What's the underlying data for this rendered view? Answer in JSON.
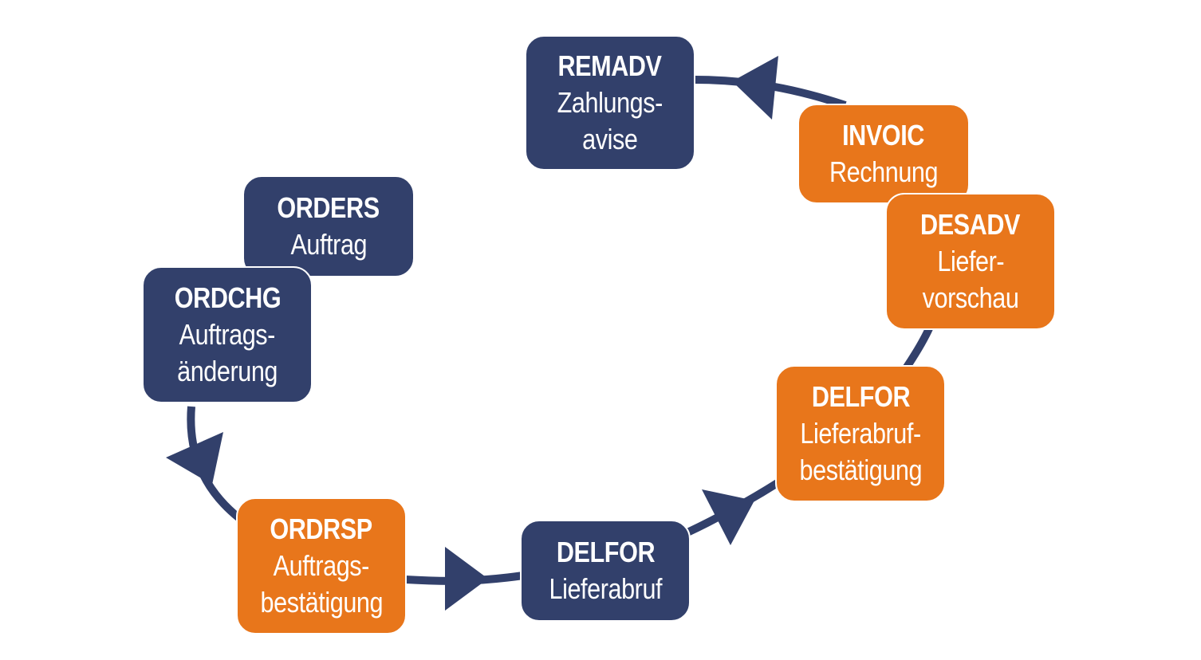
{
  "colors": {
    "blue": "#32406b",
    "orange": "#e8761b",
    "text": "#ffffff"
  },
  "nodes": [
    {
      "id": "remadv",
      "code": "REMADV",
      "desc": [
        "Zahlungs-",
        "avise"
      ],
      "color": "blue"
    },
    {
      "id": "invoic",
      "code": "INVOIC",
      "desc": [
        "Rechnung"
      ],
      "color": "orange"
    },
    {
      "id": "desadv",
      "code": "DESADV",
      "desc": [
        "Liefer-",
        "vorschau"
      ],
      "color": "orange"
    },
    {
      "id": "delfor-conf",
      "code": "DELFOR",
      "desc": [
        "Lieferabruf-",
        "bestätigung"
      ],
      "color": "orange"
    },
    {
      "id": "delfor",
      "code": "DELFOR",
      "desc": [
        "Lieferabruf"
      ],
      "color": "blue"
    },
    {
      "id": "ordrsp",
      "code": "ORDRSP",
      "desc": [
        "Auftrags-",
        "bestätigung"
      ],
      "color": "orange"
    },
    {
      "id": "ordchg",
      "code": "ORDCHG",
      "desc": [
        "Auftrags-",
        "änderung"
      ],
      "color": "blue"
    },
    {
      "id": "orders",
      "code": "ORDERS",
      "desc": [
        "Auftrag"
      ],
      "color": "blue"
    }
  ],
  "edges": [
    {
      "from": "ordchg",
      "to": "ordrsp"
    },
    {
      "from": "ordrsp",
      "to": "delfor"
    },
    {
      "from": "delfor",
      "to": "delfor-conf"
    },
    {
      "from": "delfor-conf",
      "to": "desadv"
    },
    {
      "from": "invoic",
      "to": "remadv"
    }
  ]
}
